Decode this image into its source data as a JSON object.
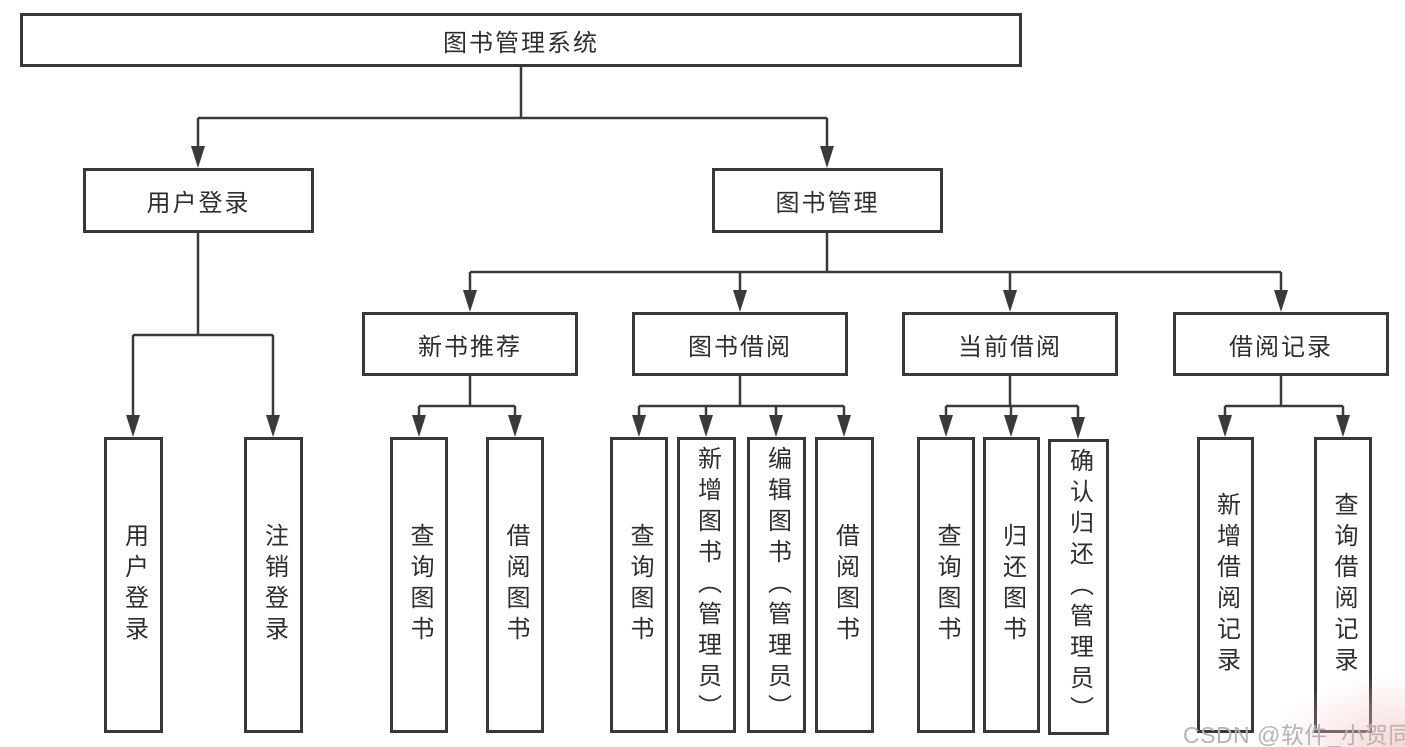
{
  "diagram_title": "图书管理系统",
  "colors": {
    "line": "#3a3a3a",
    "box_border": "#383838",
    "text": "#2e2e2e",
    "background": "#ffffff",
    "watermark": "#b4b4b4"
  },
  "tree": {
    "root": "图书管理系统",
    "branches": [
      {
        "label": "用户登录",
        "children": [
          "用户登录",
          "注销登录"
        ]
      },
      {
        "label": "图书管理",
        "sections": [
          {
            "label": "新书推荐",
            "children": [
              "查询图书",
              "借阅图书"
            ]
          },
          {
            "label": "图书借阅",
            "children": [
              "查询图书",
              "新增图书（管理员）",
              "编辑图书（管理员）",
              "借阅图书"
            ]
          },
          {
            "label": "当前借阅",
            "children": [
              "查询图书",
              "归还图书",
              "确认归还（管理员）"
            ]
          },
          {
            "label": "借阅记录",
            "children": [
              "新增借阅记录",
              "查询借阅记录"
            ]
          }
        ]
      }
    ]
  },
  "watermark": {
    "text": "CSDN @软件_小贺同学"
  }
}
